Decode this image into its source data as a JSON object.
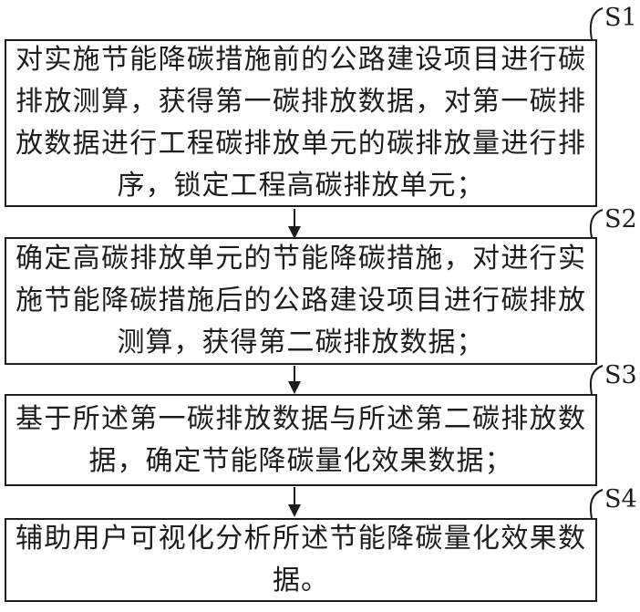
{
  "colors": {
    "ink": "#1d1d1d",
    "background": "#ffffff"
  },
  "figure": {
    "steps": [
      {
        "label": "S1",
        "lines": [
          "对实施节能降碳措施前的公路建设项目进行碳",
          "排放测算，获得第一碳排放数据，对第一碳排",
          "放数据进行工程碳排放单元的碳排放量进行排",
          "序，锁定工程高碳排放单元；"
        ]
      },
      {
        "label": "S2",
        "lines": [
          "确定高碳排放单元的节能降碳措施，对进行实",
          "施节能降碳措施后的公路建设项目进行碳排放",
          "测算，获得第二碳排放数据；"
        ]
      },
      {
        "label": "S3",
        "lines": [
          "基于所述第一碳排放数据与所述第二碳排放数",
          "据，确定节能降碳量化效果数据；"
        ]
      },
      {
        "label": "S4",
        "lines": [
          "辅助用户可视化分析所述节能降碳量化效果数",
          "据。"
        ]
      }
    ]
  }
}
